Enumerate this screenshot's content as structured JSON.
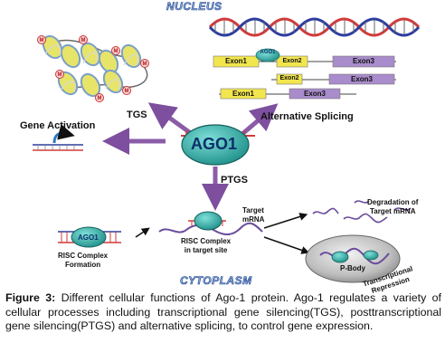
{
  "regions": {
    "nucleus": "NUCLEUS",
    "cytoplasm": "CYTOPLASM"
  },
  "center_protein": "AGO1",
  "risc_protein": "AGO1",
  "pathways": {
    "gene_activation": "Gene Activation",
    "tgs": "TGS",
    "alternative_splicing": "Alternative Splicing",
    "ptgs": "PTGS",
    "target_mrna": "Target\nmRNA",
    "risc_target_site": "RISC Complex\nin target site",
    "risc_formation": "RISC Complex\nFormation",
    "degradation": "Degradation of\nTarget mRNA",
    "p_body": "P-Body",
    "transcriptional_repression": "Transcriptional\nRepression"
  },
  "splice_rows": [
    {
      "exons": [
        "Exon1",
        "AGO1",
        "Exon2",
        "Exon3"
      ]
    },
    {
      "exons": [
        "Exon2",
        "Exon3"
      ]
    },
    {
      "exons": [
        "Exon1",
        "Exon3"
      ]
    }
  ],
  "histone_marks": [
    "M",
    "M",
    "M",
    "M",
    "M",
    "M",
    "M"
  ],
  "caption": {
    "label": "Figure 3:",
    "text": " Different cellular functions of Ago-1 protein. Ago-1 regulates a variety of cellular processes including transcriptional gene silencing(TGS), posttranscriptional gene silencing(PTGS) and  alternative splicing, to control gene expression."
  },
  "colors": {
    "ago_fill": "#2aa7a0",
    "arrow": "#8b5ca8",
    "dna_red": "#d23a3a",
    "dna_blue": "#2d3e9e",
    "exon_yellow": "#f2e64e",
    "exon_purple": "#a98ccc",
    "region_text": "#8fb0d8"
  }
}
